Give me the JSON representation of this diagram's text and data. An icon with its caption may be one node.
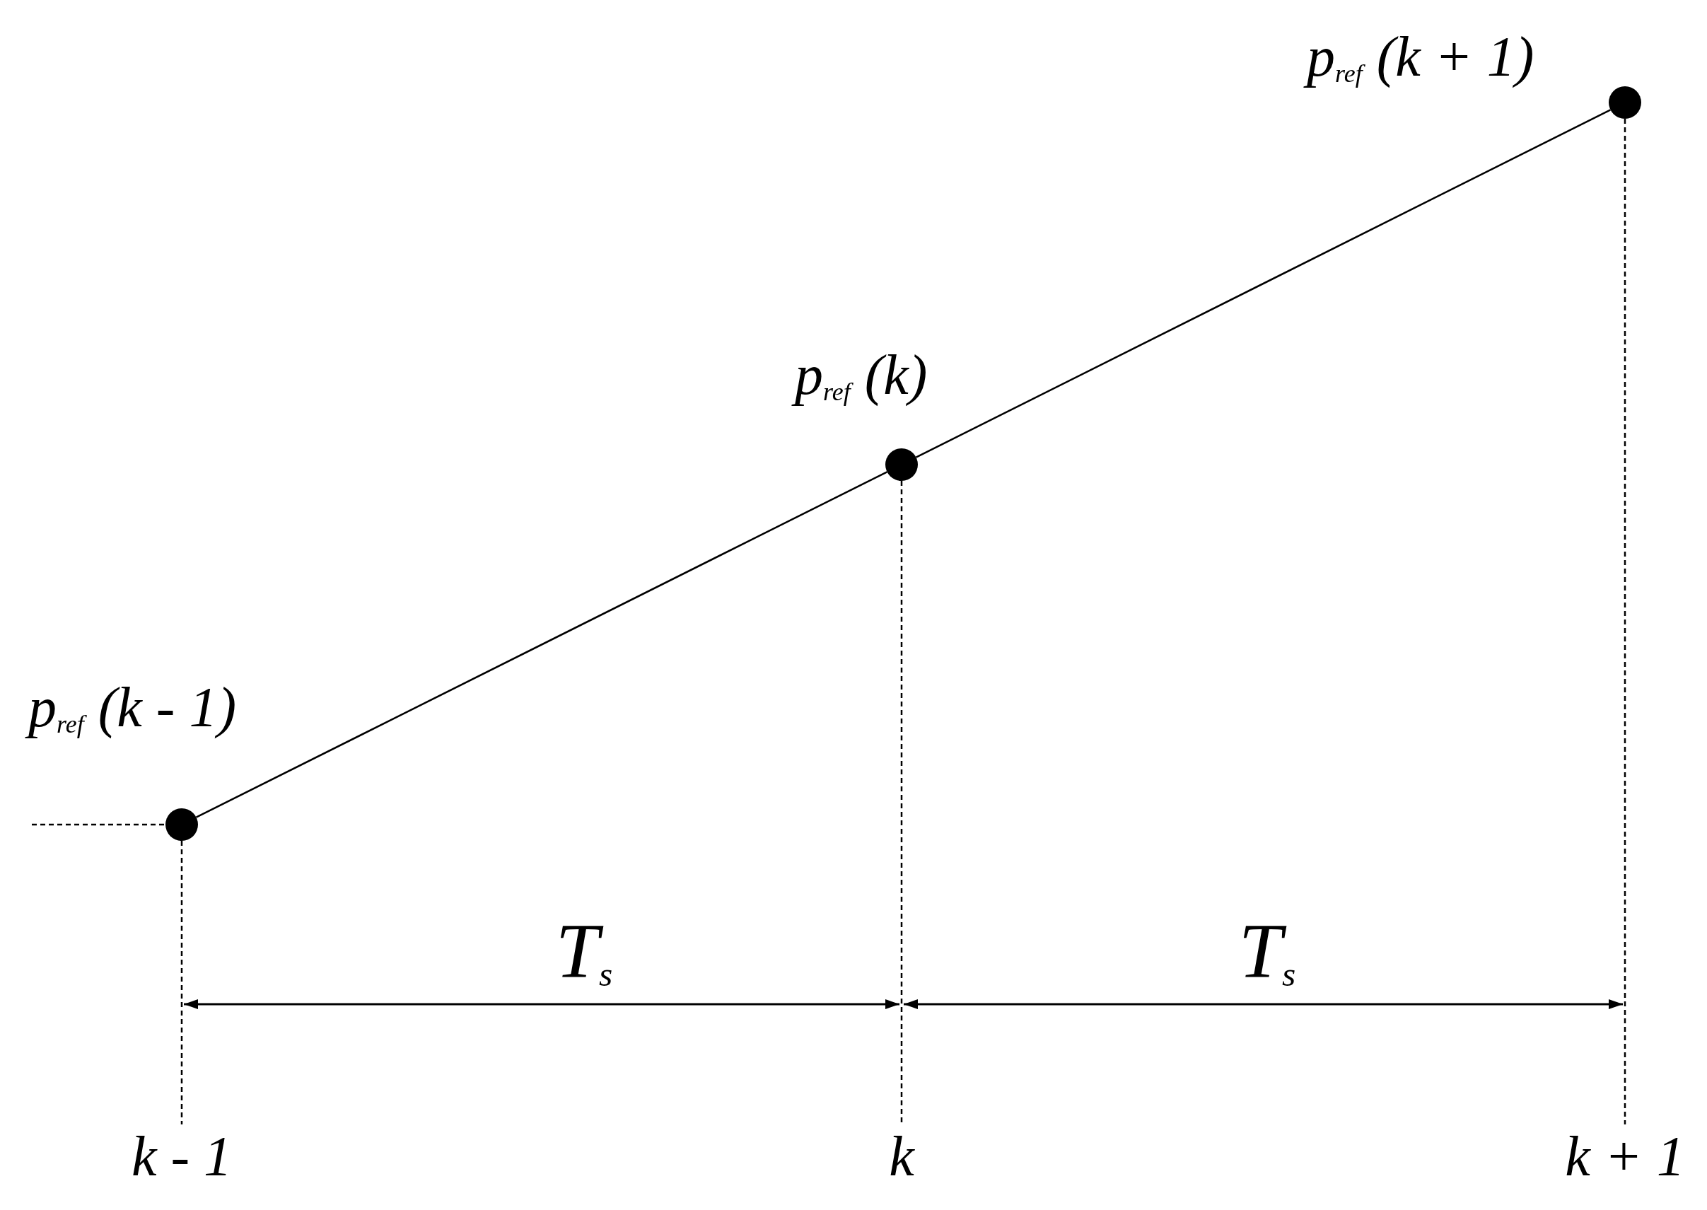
{
  "diagram": {
    "nodes": [
      {
        "text": [],
        "shape": "circle",
        "beside": [
          "p$_{ref}$ (k - 1)"
        ]
      },
      {
        "text": [],
        "shape": "circle",
        "beside": [
          "p$_{ref}$ (k)"
        ]
      },
      {
        "text": [],
        "shape": "circle",
        "beside": [
          "p$_{ref}$ (k + 1)"
        ]
      }
    ],
    "edges": [
      {
        "from": null,
        "to": 0,
        "arrow": "none",
        "style": "dashed"
      },
      {
        "from": 0,
        "to": 1,
        "arrow": "none"
      },
      {
        "from": 1,
        "to": 2,
        "arrow": "none"
      }
    ],
    "labels": [
      "T$_{s}$",
      "T$_{s}$",
      "k - 1",
      "k",
      "k + 1"
    ]
  }
}
